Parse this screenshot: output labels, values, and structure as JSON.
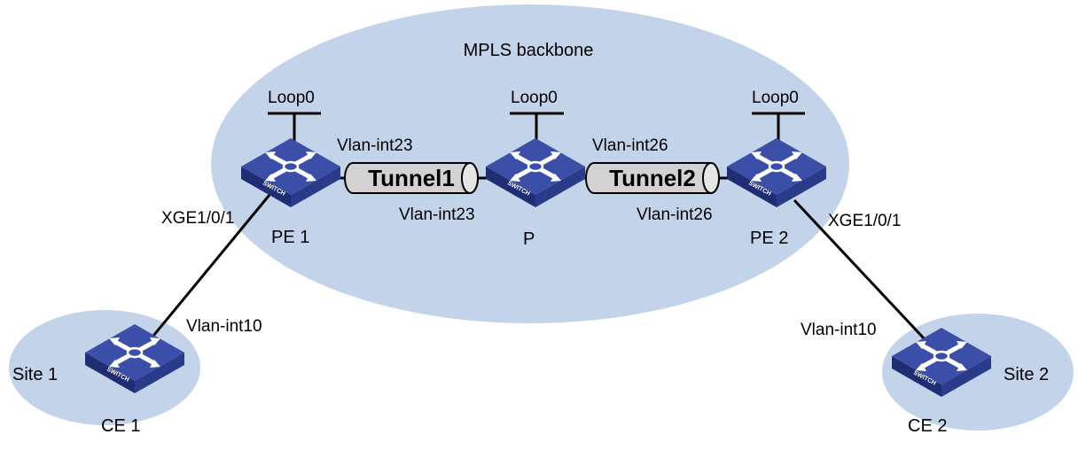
{
  "colors": {
    "cloud": "#c3d3ea",
    "switch_top": "#3b4fa8",
    "switch_front": "#1f2d73",
    "switch_side": "#2a3b8a",
    "tunnel_body": "#d2d2d2",
    "link": "#000000"
  },
  "backbone": {
    "label": "MPLS backbone"
  },
  "devices": {
    "pe1": {
      "name": "PE 1",
      "loopback": "Loop0",
      "badge": "SWITCH"
    },
    "p": {
      "name": "P",
      "loopback": "Loop0",
      "badge": "SWITCH"
    },
    "pe2": {
      "name": "PE 2",
      "loopback": "Loop0",
      "badge": "SWITCH"
    },
    "ce1": {
      "name": "CE 1",
      "badge": "SWITCH"
    },
    "ce2": {
      "name": "CE 2",
      "badge": "SWITCH"
    }
  },
  "sites": {
    "site1": {
      "label": "Site 1"
    },
    "site2": {
      "label": "Site 2"
    }
  },
  "tunnels": {
    "tunnel1": {
      "label": "Tunnel1"
    },
    "tunnel2": {
      "label": "Tunnel2"
    }
  },
  "interfaces": {
    "pe1_vlan23": "Vlan-int23",
    "p_vlan23": "Vlan-int23",
    "p_vlan26": "Vlan-int26",
    "pe2_vlan26": "Vlan-int26",
    "pe1_xge": "XGE1/0/1",
    "pe2_xge": "XGE1/0/1",
    "ce1_vlan10": "Vlan-int10",
    "ce2_vlan10": "Vlan-int10"
  }
}
